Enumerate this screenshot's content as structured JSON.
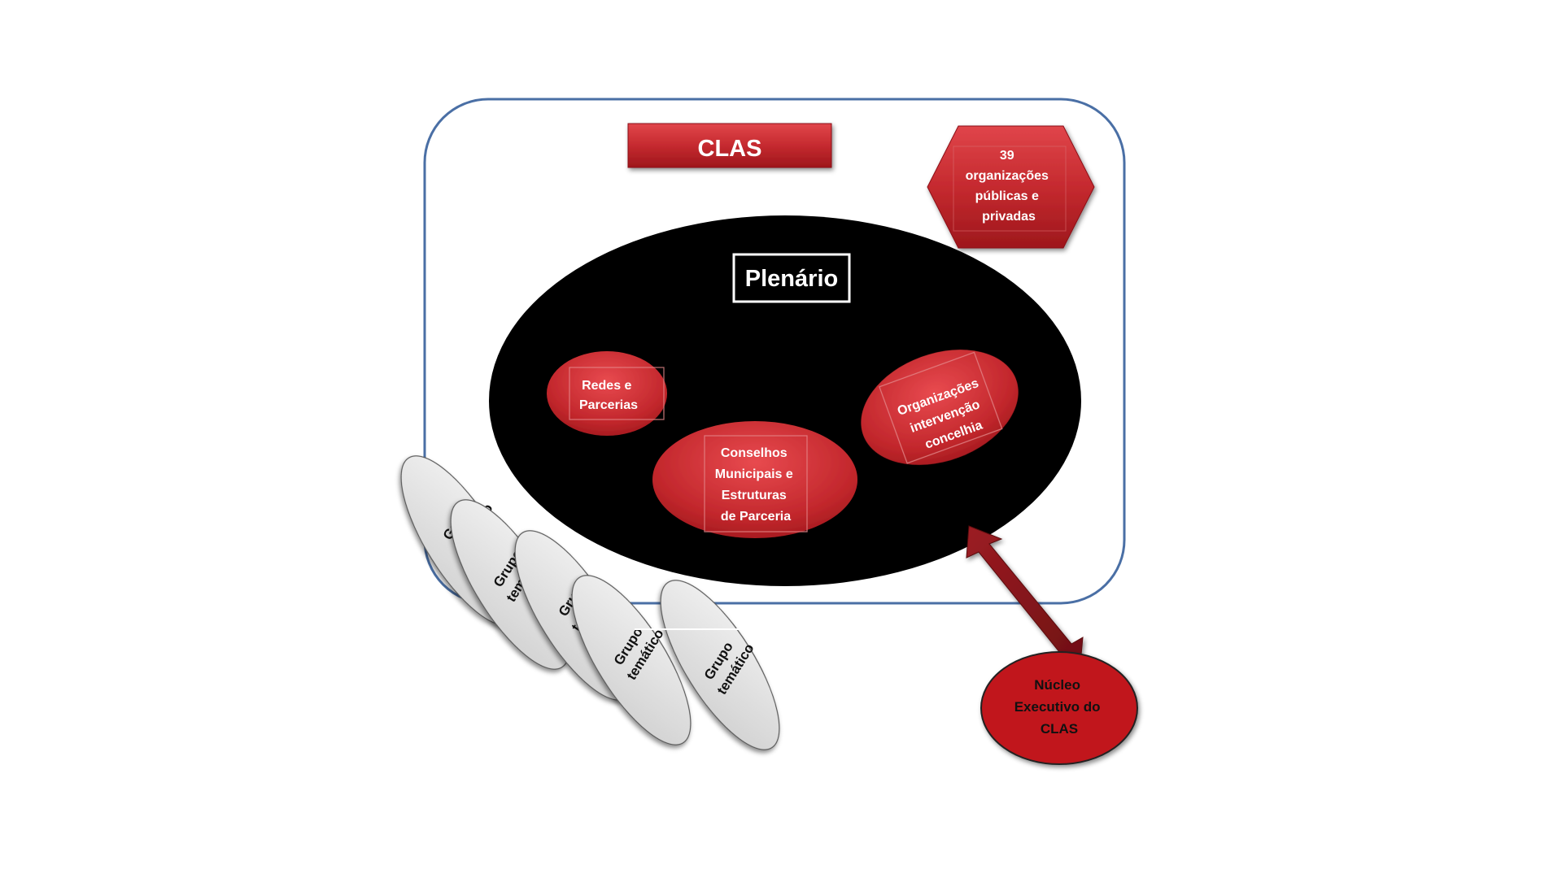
{
  "diagram": {
    "title": "CLAS",
    "plenario": "Plenário",
    "organizations_hex": [
      "39",
      "organizações",
      "públicas e",
      "privadas"
    ],
    "redes": [
      "Redes e",
      "Parcerias"
    ],
    "conselhos": [
      "Conselhos",
      "Municipais e",
      "Estruturas",
      "de Parceria"
    ],
    "organizacoes_intervencao": [
      "Organizações",
      "intervenção",
      "concelhia"
    ],
    "grupo_tematico": [
      "Grupo",
      "temático"
    ],
    "nucleo": [
      "Núcleo",
      "Executivo do",
      "CLAS"
    ],
    "colors": {
      "frame_border": "#4a6fa5",
      "red": "#c0282d",
      "dark_red": "#a3151c",
      "plenario_fill": "#000000",
      "grupo_fill": "#e6e6e6",
      "arrow": "#8b1a20"
    }
  }
}
